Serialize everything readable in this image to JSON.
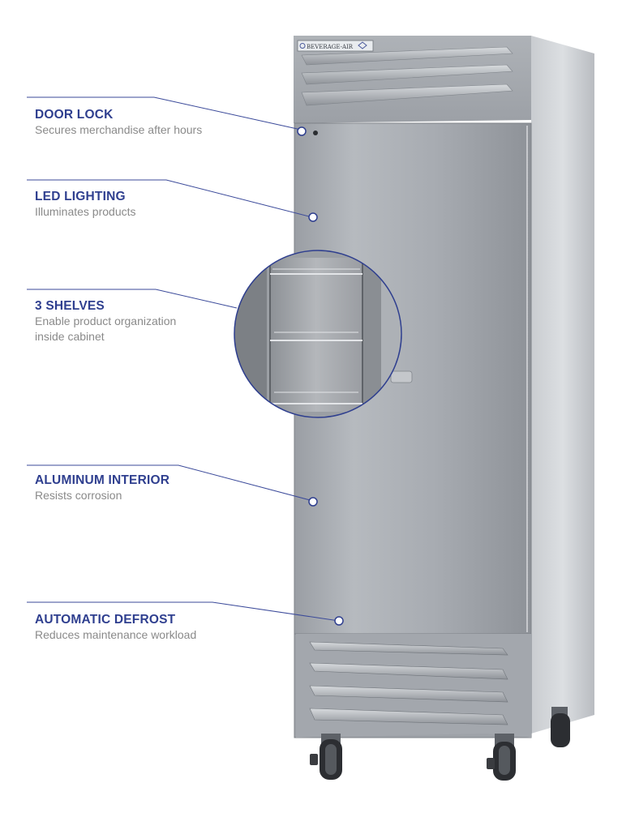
{
  "brand": {
    "logo_text": "BEVERAGE-AIR"
  },
  "callouts": [
    {
      "id": "door-lock",
      "title": "DOOR LOCK",
      "description": "Secures merchandise after hours"
    },
    {
      "id": "led-lighting",
      "title": "LED LIGHTING",
      "description": "Illuminates products"
    },
    {
      "id": "shelves",
      "title": "3 SHELVES",
      "description": "Enable product organization\ninside cabinet"
    },
    {
      "id": "aluminum-interior",
      "title": "ALUMINUM INTERIOR",
      "description": "Resists corrosion"
    },
    {
      "id": "automatic-defrost",
      "title": "AUTOMATIC DEFROST",
      "description": "Reduces maintenance workload"
    }
  ],
  "colors": {
    "accent": "#2f3f8f",
    "description_text": "#8a8a8a",
    "steel": "#a9adb3",
    "leader_line": "#3b4a9a"
  }
}
